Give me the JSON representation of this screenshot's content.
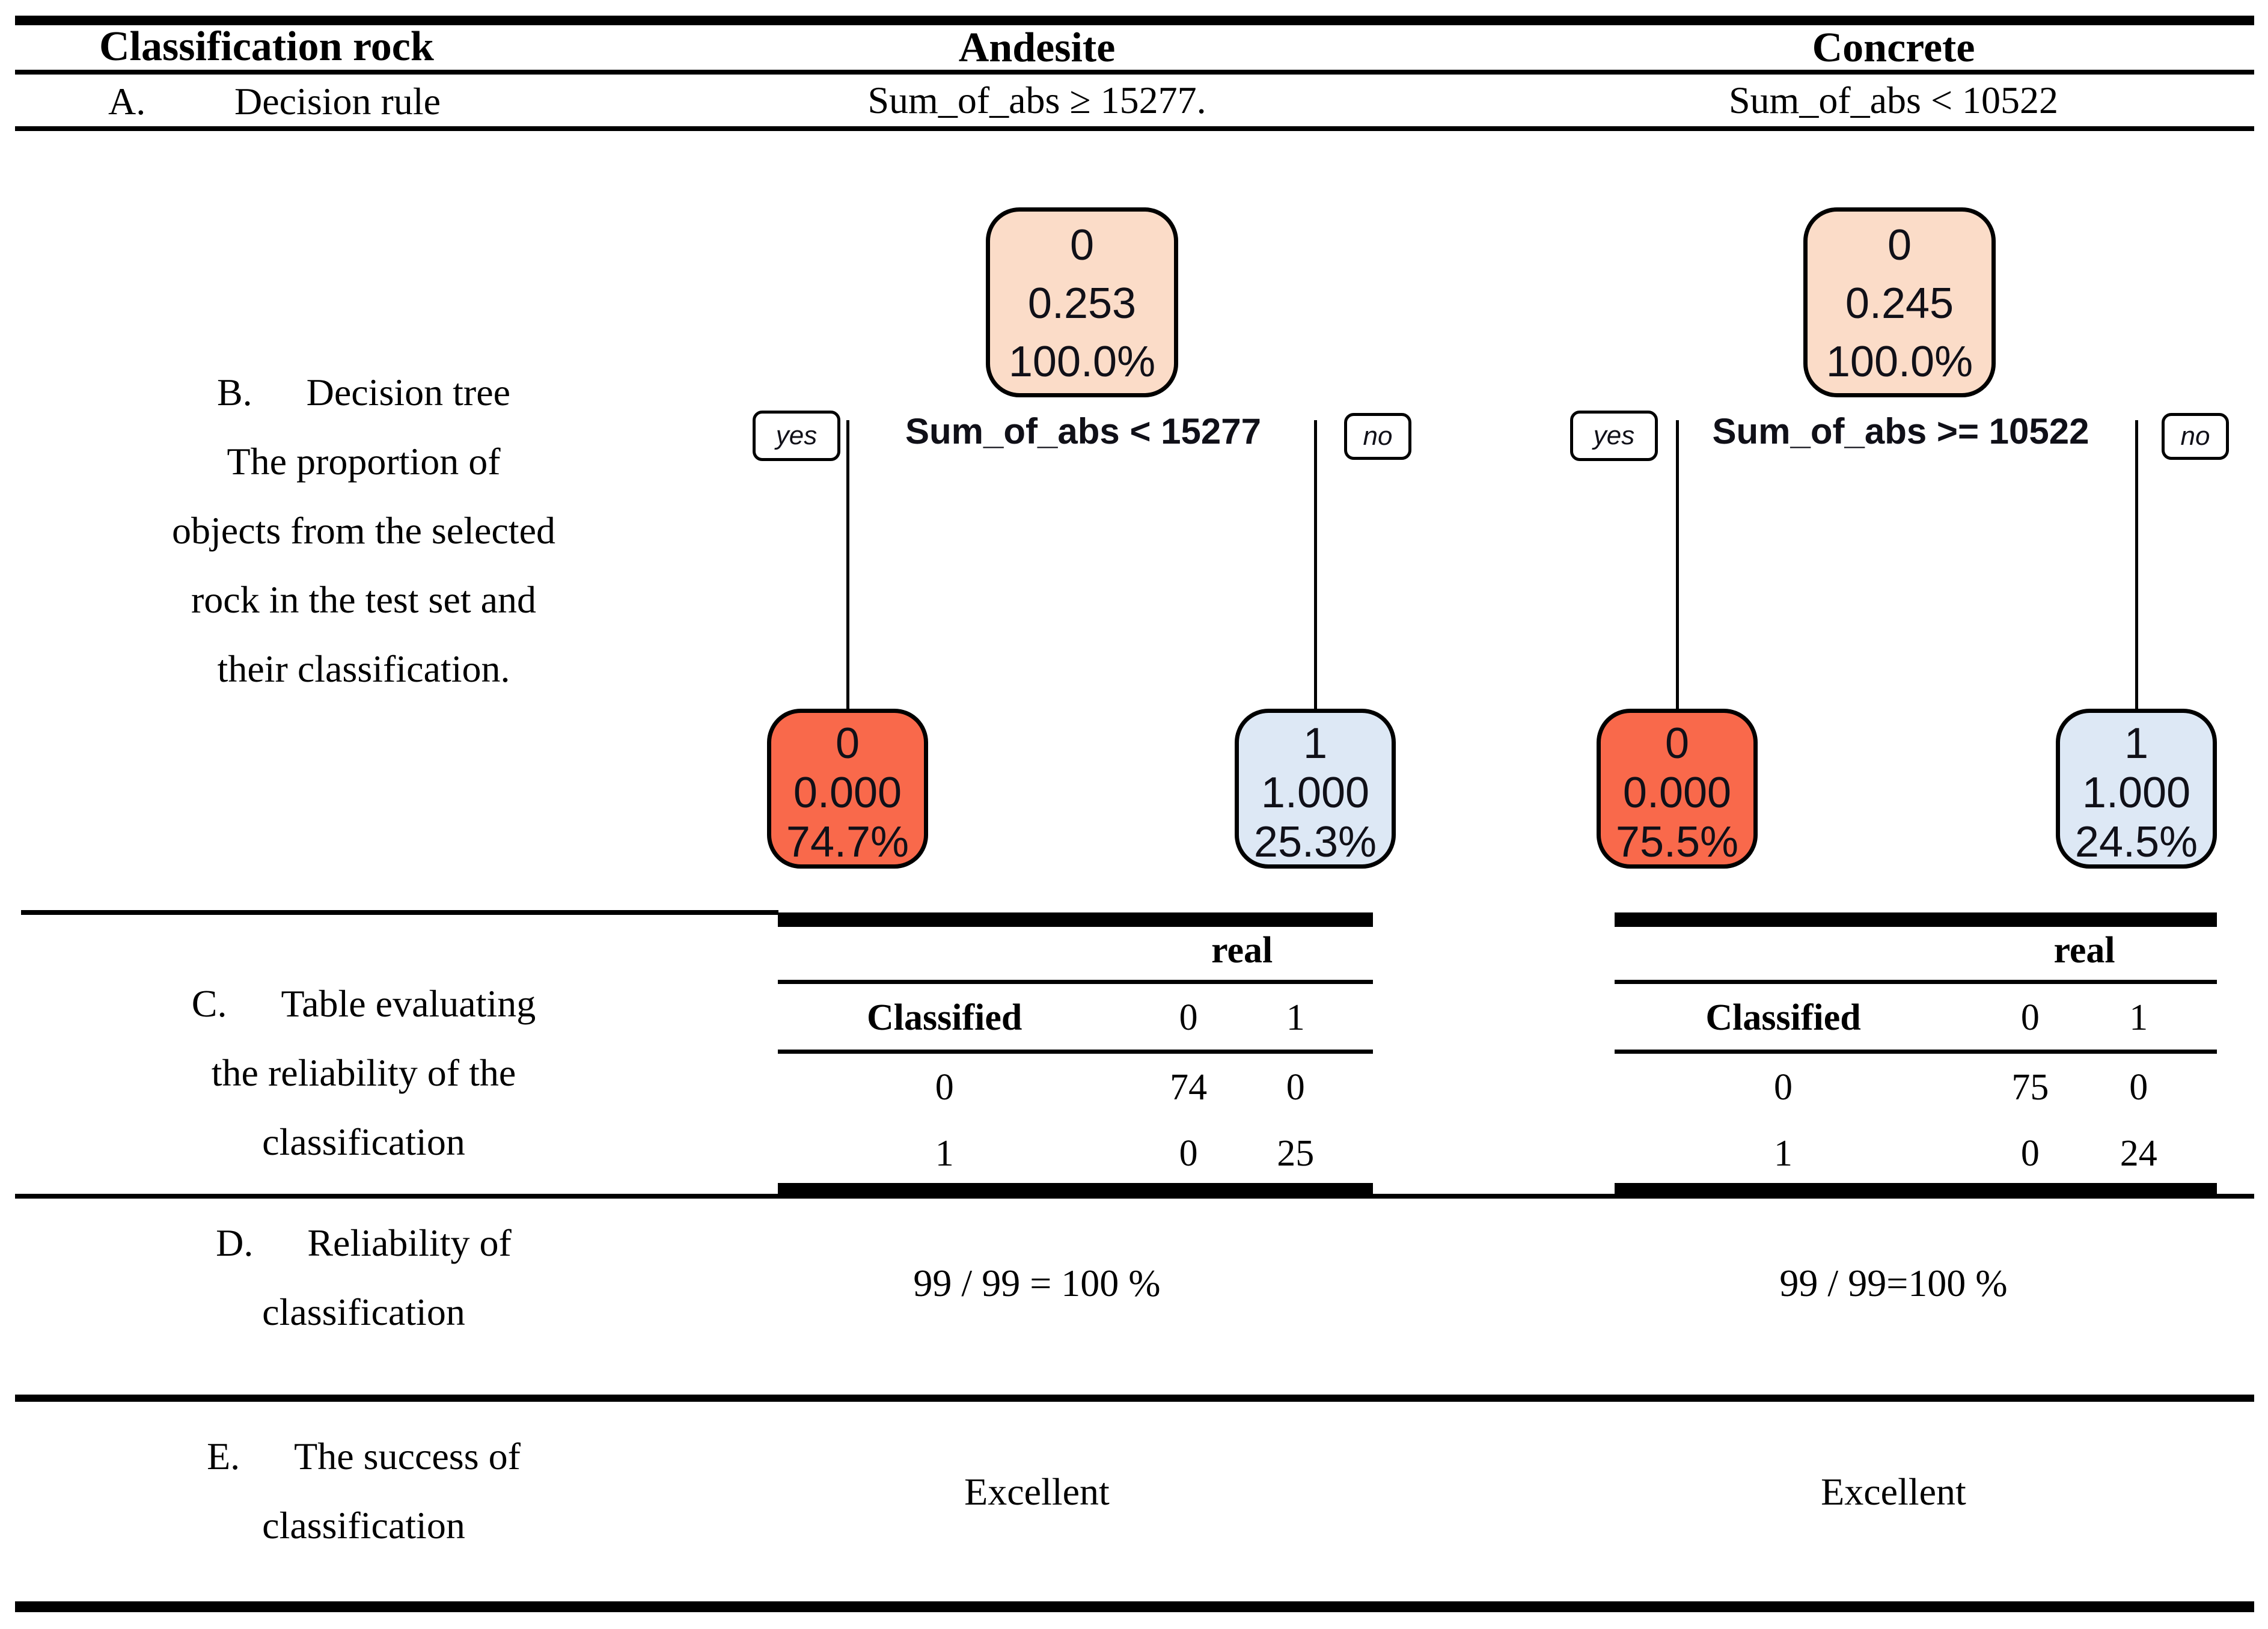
{
  "header": {
    "classification_rock": "Classification rock",
    "andesite": "Andesite",
    "concrete": "Concrete"
  },
  "rows": {
    "A": {
      "letter": "A.",
      "label": "Decision rule",
      "andesite_value": "Sum_of_abs ≥ 15277.",
      "concrete_value": "Sum_of_abs < 10522"
    },
    "B": {
      "letter": "B.",
      "title": "Decision tree",
      "desc_lines": [
        "The proportion of",
        "objects from the selected",
        "rock in the test set and",
        "their classification."
      ]
    },
    "C": {
      "letter": "C.",
      "title": "Table evaluating",
      "desc_lines": [
        "the reliability of the",
        "classification"
      ]
    },
    "D": {
      "letter": "D.",
      "title": "Reliability of",
      "desc_lines": [
        "classification"
      ],
      "andesite_value": "99 / 99 = 100 %",
      "concrete_value": "99 / 99=100 %"
    },
    "E": {
      "letter": "E.",
      "title": "The success of",
      "desc_lines": [
        "classification"
      ],
      "andesite_value": "Excellent",
      "concrete_value": "Excellent"
    }
  },
  "trees": [
    {
      "id": "andesite",
      "root_lines": [
        "0",
        "0.253",
        "100.0%"
      ],
      "split_label": "Sum_of_abs < 15277",
      "yes_label": "yes",
      "no_label": "no",
      "left_leaf_lines": [
        "0",
        "0.000",
        "74.7%"
      ],
      "right_leaf_lines": [
        "1",
        "1.000",
        "25.3%"
      ]
    },
    {
      "id": "concrete",
      "root_lines": [
        "0",
        "0.245",
        "100.0%"
      ],
      "split_label": "Sum_of_abs >= 10522",
      "yes_label": "yes",
      "no_label": "no",
      "left_leaf_lines": [
        "0",
        "0.000",
        "75.5%"
      ],
      "right_leaf_lines": [
        "1",
        "1.000",
        "24.5%"
      ]
    }
  ],
  "matrices": [
    {
      "real_label": "real",
      "classified_label": "Classified",
      "col_headers": [
        "0",
        "1"
      ],
      "rows": [
        [
          "0",
          "74",
          "0"
        ],
        [
          "1",
          "0",
          "25"
        ]
      ]
    },
    {
      "real_label": "real",
      "classified_label": "Classified",
      "col_headers": [
        "0",
        "1"
      ],
      "rows": [
        [
          "0",
          "75",
          "0"
        ],
        [
          "1",
          "0",
          "24"
        ]
      ]
    }
  ],
  "colors": {
    "root_fill": "#FBDCC8",
    "left_leaf_fill": "#F9694B",
    "right_leaf_fill": "#DDE8F5",
    "rule_color": "#000000"
  }
}
